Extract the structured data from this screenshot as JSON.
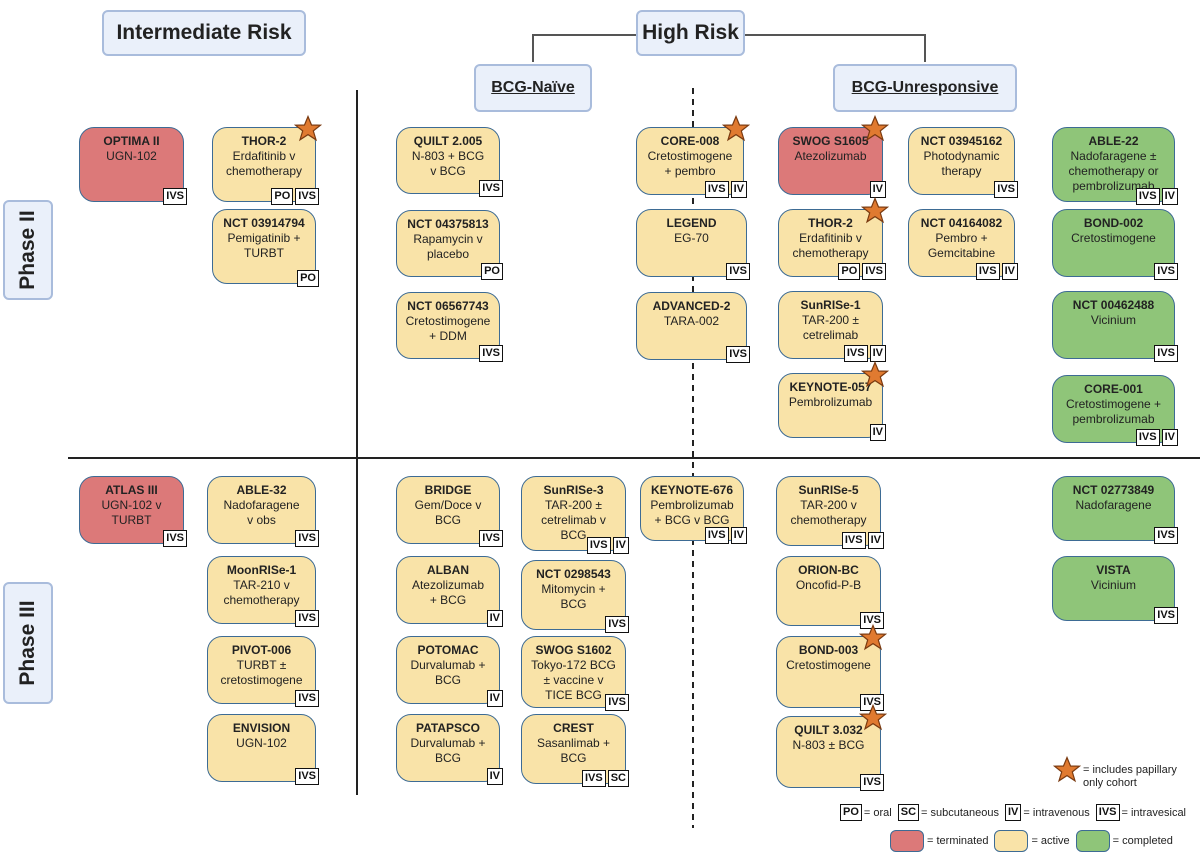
{
  "headers": {
    "intermediate": "Intermediate Risk",
    "high": "High Risk",
    "bcg_naive": "BCG-Naïve",
    "bcg_unresponsive": "BCG-Unresponsive",
    "phase2": "Phase II",
    "phase3": "Phase III"
  },
  "colors": {
    "terminated": "#dc7979",
    "active": "#f9e3a8",
    "completed": "#8fc579",
    "star": "#e07a30",
    "border": "#3d6b94",
    "header_bg": "#eaf0fa"
  },
  "trials": [
    {
      "id": "optima2",
      "name": "OPTIMA II",
      "desc": "UGN-102",
      "status": "terminated",
      "routes": [
        "IVS"
      ],
      "star": false
    },
    {
      "id": "thor2-int",
      "name": "THOR-2",
      "desc": "Erdafitinib v\nchemotherapy",
      "status": "active",
      "routes": [
        "PO",
        "IVS"
      ],
      "star": true
    },
    {
      "id": "nct03914794",
      "name": "NCT 03914794",
      "desc": "Pemigatinib +\nTURBT",
      "status": "active",
      "routes": [
        "PO"
      ],
      "star": false
    },
    {
      "id": "quilt2005",
      "name": "QUILT 2.005",
      "desc": "N-803 + BCG\nv BCG",
      "status": "active",
      "routes": [
        "IVS"
      ],
      "star": false
    },
    {
      "id": "nct04375813",
      "name": "NCT 04375813",
      "desc": "Rapamycin v\nplacebo",
      "status": "active",
      "routes": [
        "PO"
      ],
      "star": false
    },
    {
      "id": "nct06567743",
      "name": "NCT 06567743",
      "desc": "Cretostimogene\n+ DDM",
      "status": "active",
      "routes": [
        "IVS"
      ],
      "star": false
    },
    {
      "id": "core008",
      "name": "CORE-008",
      "desc": "Cretostimogene\n+ pembro",
      "status": "active",
      "routes": [
        "IVS",
        "IV"
      ],
      "star": true
    },
    {
      "id": "legend",
      "name": "LEGEND",
      "desc": "EG-70",
      "status": "active",
      "routes": [
        "IVS"
      ],
      "star": false
    },
    {
      "id": "advanced2",
      "name": "ADVANCED-2",
      "desc": "TARA-002",
      "status": "active",
      "routes": [
        "IVS"
      ],
      "star": false
    },
    {
      "id": "swogs1605",
      "name": "SWOG S1605",
      "desc": "Atezolizumab",
      "status": "terminated",
      "routes": [
        "IV"
      ],
      "star": true
    },
    {
      "id": "thor2-unr",
      "name": "THOR-2",
      "desc": "Erdafitinib v\nchemotherapy",
      "status": "active",
      "routes": [
        "PO",
        "IVS"
      ],
      "star": true
    },
    {
      "id": "sunrise1",
      "name": "SunRISe-1",
      "desc": "TAR-200 ±\ncetrelimab",
      "status": "active",
      "routes": [
        "IVS",
        "IV"
      ],
      "star": false
    },
    {
      "id": "keynote057",
      "name": "KEYNOTE-057",
      "desc": "Pembrolizumab",
      "status": "active",
      "routes": [
        "IV"
      ],
      "star": true
    },
    {
      "id": "nct03945162",
      "name": "NCT 03945162",
      "desc": "Photodynamic\ntherapy",
      "status": "active",
      "routes": [
        "IVS"
      ],
      "star": false
    },
    {
      "id": "nct04164082",
      "name": "NCT 04164082",
      "desc": "Pembro +\nGemcitabine",
      "status": "active",
      "routes": [
        "IVS",
        "IV"
      ],
      "star": false
    },
    {
      "id": "able22",
      "name": "ABLE-22",
      "desc": "Nadofaragene ±\nchemotherapy or\npembrolizumab",
      "status": "completed",
      "routes": [
        "IVS",
        "IV"
      ],
      "star": false
    },
    {
      "id": "bond002",
      "name": "BOND-002",
      "desc": "Cretostimogene",
      "status": "completed",
      "routes": [
        "IVS"
      ],
      "star": false
    },
    {
      "id": "nct00462488",
      "name": "NCT 00462488",
      "desc": "Vicinium",
      "status": "completed",
      "routes": [
        "IVS"
      ],
      "star": false
    },
    {
      "id": "core001",
      "name": "CORE-001",
      "desc": "Cretostimogene +\npembrolizumab",
      "status": "completed",
      "routes": [
        "IVS",
        "IV"
      ],
      "star": false
    },
    {
      "id": "atlas3",
      "name": "ATLAS III",
      "desc": "UGN-102 v\nTURBT",
      "status": "terminated",
      "routes": [
        "IVS"
      ],
      "star": false
    },
    {
      "id": "able32",
      "name": "ABLE-32",
      "desc": "Nadofaragene\nv obs",
      "status": "active",
      "routes": [
        "IVS"
      ],
      "star": false
    },
    {
      "id": "moonrise1",
      "name": "MoonRISe-1",
      "desc": "TAR-210 v\nchemotherapy",
      "status": "active",
      "routes": [
        "IVS"
      ],
      "star": false
    },
    {
      "id": "pivot006",
      "name": "PIVOT-006",
      "desc": "TURBT ±\ncretostimogene",
      "status": "active",
      "routes": [
        "IVS"
      ],
      "star": false
    },
    {
      "id": "envision",
      "name": "ENVISION",
      "desc": "UGN-102",
      "status": "active",
      "routes": [
        "IVS"
      ],
      "star": false
    },
    {
      "id": "bridge",
      "name": "BRIDGE",
      "desc": "Gem/Doce v\nBCG",
      "status": "active",
      "routes": [
        "IVS"
      ],
      "star": false
    },
    {
      "id": "alban",
      "name": "ALBAN",
      "desc": "Atezolizumab\n+ BCG",
      "status": "active",
      "routes": [
        "IV"
      ],
      "star": false
    },
    {
      "id": "potomac",
      "name": "POTOMAC",
      "desc": "Durvalumab +\nBCG",
      "status": "active",
      "routes": [
        "IV"
      ],
      "star": false
    },
    {
      "id": "patapsco",
      "name": "PATAPSCO",
      "desc": "Durvalumab +\nBCG",
      "status": "active",
      "routes": [
        "IV"
      ],
      "star": false
    },
    {
      "id": "sunrise3",
      "name": "SunRISe-3",
      "desc": "TAR-200 ±\ncetrelimab v\nBCG",
      "status": "active",
      "routes": [
        "IVS",
        "IV"
      ],
      "star": false
    },
    {
      "id": "nct0298543",
      "name": "NCT 0298543",
      "desc": "Mitomycin +\nBCG",
      "status": "active",
      "routes": [
        "IVS"
      ],
      "star": false
    },
    {
      "id": "swogs1602",
      "name": "SWOG S1602",
      "desc": "Tokyo-172 BCG\n± vaccine v\nTICE BCG",
      "status": "active",
      "routes": [
        "IVS"
      ],
      "star": false
    },
    {
      "id": "crest",
      "name": "CREST",
      "desc": "Sasanlimab +\nBCG",
      "status": "active",
      "routes": [
        "IVS",
        "SC"
      ],
      "star": false
    },
    {
      "id": "keynote676",
      "name": "KEYNOTE-676",
      "desc": "Pembrolizumab\n+ BCG v BCG",
      "status": "active",
      "routes": [
        "IVS",
        "IV"
      ],
      "star": false
    },
    {
      "id": "sunrise5",
      "name": "SunRISe-5",
      "desc": "TAR-200 v\nchemotherapy",
      "status": "active",
      "routes": [
        "IVS",
        "IV"
      ],
      "star": false
    },
    {
      "id": "orionbc",
      "name": "ORION-BC",
      "desc": "Oncofid-P-B",
      "status": "active",
      "routes": [
        "IVS"
      ],
      "star": false
    },
    {
      "id": "bond003",
      "name": "BOND-003",
      "desc": "Cretostimogene",
      "status": "active",
      "routes": [
        "IVS"
      ],
      "star": true
    },
    {
      "id": "quilt3032",
      "name": "QUILT 3.032",
      "desc": "N-803 ± BCG",
      "status": "active",
      "routes": [
        "IVS"
      ],
      "star": true
    },
    {
      "id": "nct02773849",
      "name": "NCT 02773849",
      "desc": "Nadofaragene",
      "status": "completed",
      "routes": [
        "IVS"
      ],
      "star": false
    },
    {
      "id": "vista",
      "name": "VISTA",
      "desc": "Vicinium",
      "status": "completed",
      "routes": [
        "IVS"
      ],
      "star": false
    }
  ],
  "legend": {
    "star_label": "= includes papillary\nonly cohort",
    "routes": [
      {
        "code": "PO",
        "label": "= oral"
      },
      {
        "code": "SC",
        "label": "= subcutaneous"
      },
      {
        "code": "IV",
        "label": "= intravenous"
      },
      {
        "code": "IVS",
        "label": "= intravesical"
      }
    ],
    "statuses": [
      {
        "status": "terminated",
        "label": "= terminated"
      },
      {
        "status": "active",
        "label": "= active"
      },
      {
        "status": "completed",
        "label": "= completed"
      }
    ]
  }
}
